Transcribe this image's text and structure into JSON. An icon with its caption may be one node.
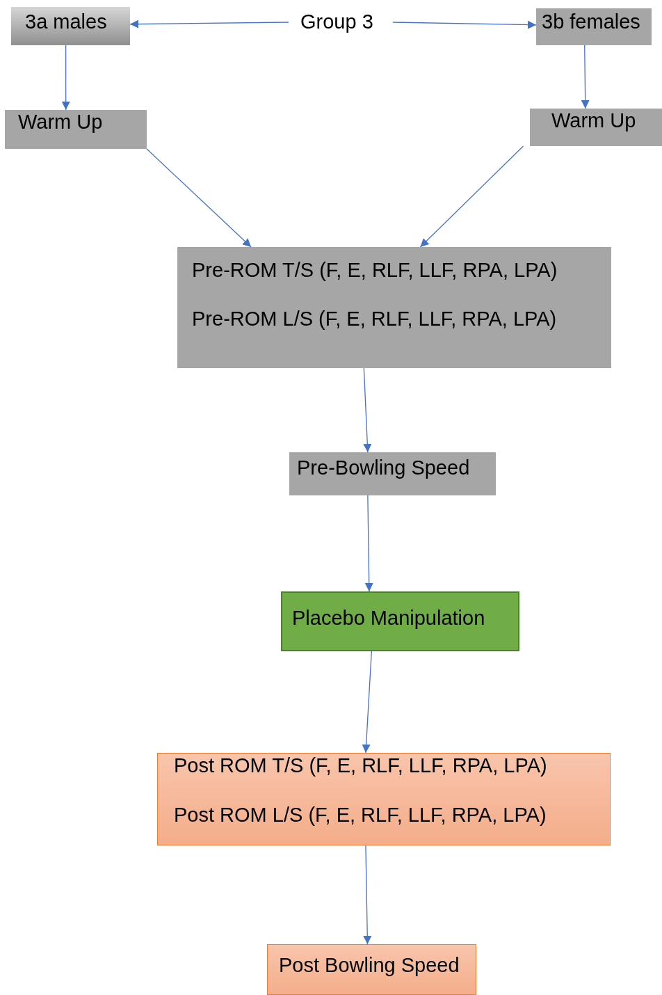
{
  "diagram": {
    "nodes": [
      {
        "text": [
          "3a males"
        ]
      },
      {
        "text": [
          "Group 3"
        ]
      },
      {
        "text": [
          "3b females"
        ]
      },
      {
        "text": [
          "Warm Up"
        ]
      },
      {
        "text": [
          "Warm Up"
        ]
      },
      {
        "text": [
          "Pre-ROM T/S (F, E, RLF, LLF, RPA, LPA)",
          "Pre-ROM L/S (F, E, RLF, LLF, RPA, LPA)"
        ]
      },
      {
        "text": [
          "Pre-Bowling Speed"
        ]
      },
      {
        "text": [
          "Placebo Manipulation"
        ]
      },
      {
        "text": [
          "Post ROM T/S (F, E, RLF, LLF, RPA, LPA)",
          "Post ROM L/S (F, E, RLF, LLF, RPA, LPA)"
        ]
      },
      {
        "text": [
          "Post Bowling Speed"
        ]
      }
    ],
    "edges": [
      {
        "from": 1,
        "to": 0,
        "arrow": "to"
      },
      {
        "from": 1,
        "to": 2,
        "arrow": "to"
      },
      {
        "from": 0,
        "to": 3,
        "arrow": "to"
      },
      {
        "from": 2,
        "to": 4,
        "arrow": "to"
      },
      {
        "from": 3,
        "to": 5,
        "arrow": "to"
      },
      {
        "from": 4,
        "to": 5,
        "arrow": "to"
      },
      {
        "from": 5,
        "to": 6,
        "arrow": "to"
      },
      {
        "from": 6,
        "to": 7,
        "arrow": "to"
      },
      {
        "from": 7,
        "to": 8,
        "arrow": "to"
      },
      {
        "from": 8,
        "to": 9,
        "arrow": "to"
      }
    ]
  }
}
